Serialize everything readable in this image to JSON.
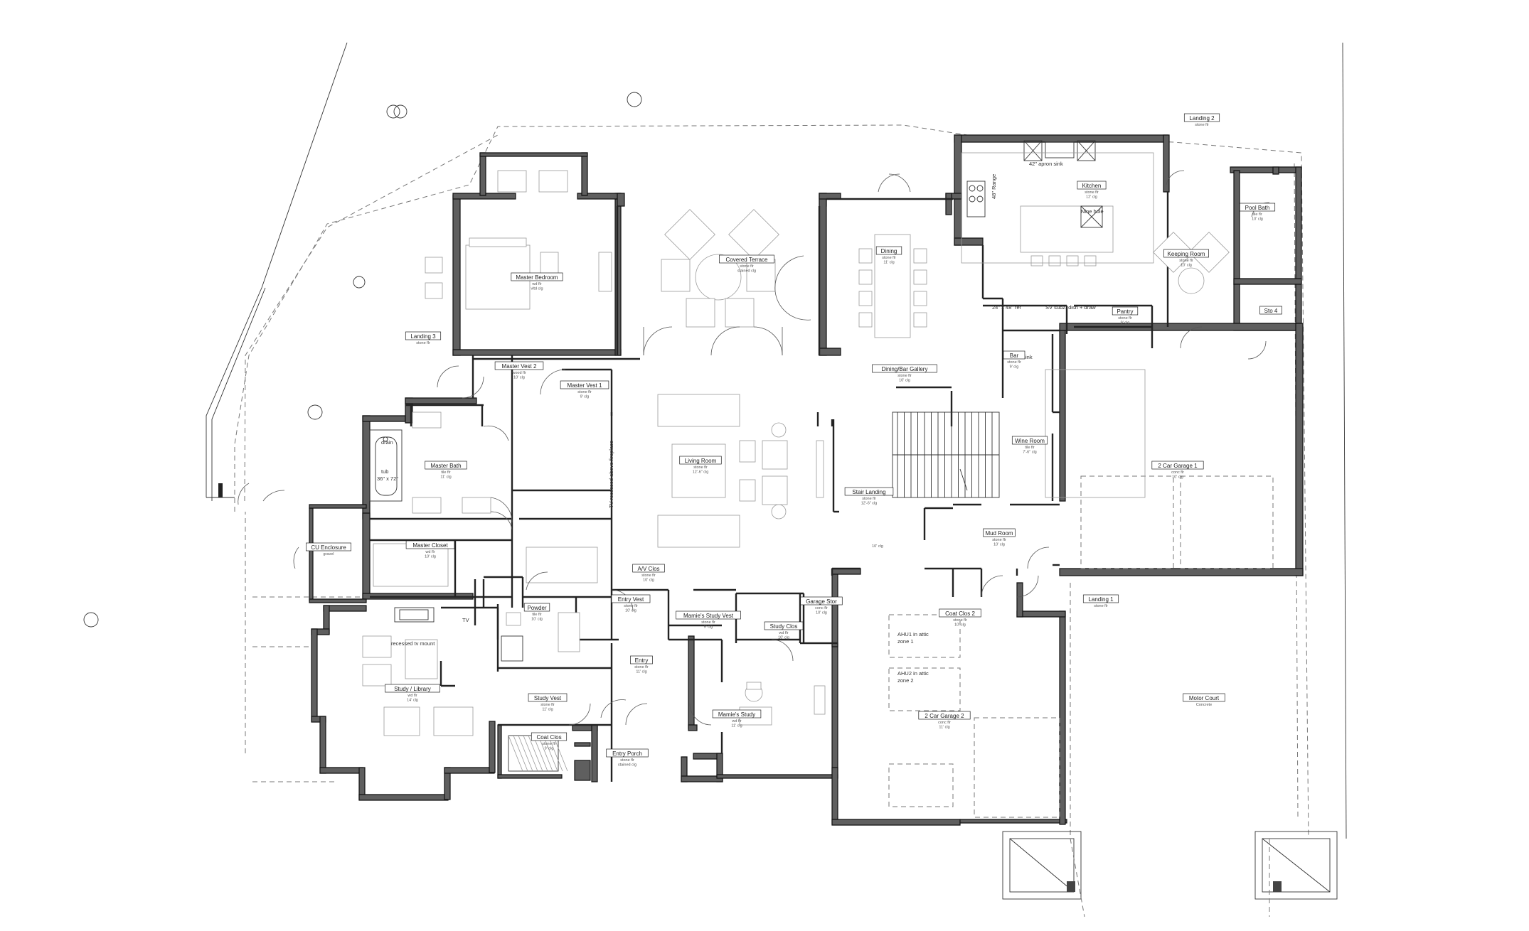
{
  "plan": {
    "rooms": [
      {
        "id": "master-bedroom",
        "name": "Master Bedroom",
        "sub": [
          "wd flr",
          "vltd clg"
        ]
      },
      {
        "id": "covered-terrace",
        "name": "Covered Terrace",
        "sub": [
          "stone flr",
          "stained clg"
        ]
      },
      {
        "id": "dining",
        "name": "Dining",
        "sub": [
          "stone flr",
          "11' clg"
        ]
      },
      {
        "id": "kitchen",
        "name": "Kitchen",
        "sub": [
          "stone flr",
          "12' clg"
        ]
      },
      {
        "id": "keeping-room",
        "name": "Keeping Room",
        "sub": [
          "stone flr",
          "10' clg"
        ]
      },
      {
        "id": "pool-bath",
        "name": "Pool Bath",
        "sub": [
          "tile flr",
          "10' clg"
        ]
      },
      {
        "id": "landing-2",
        "name": "Landing 2",
        "sub": [
          "stone flr"
        ]
      },
      {
        "id": "landing-3",
        "name": "Landing 3",
        "sub": [
          "stone flr"
        ]
      },
      {
        "id": "pantry",
        "name": "Pantry",
        "sub": [
          "stone flr",
          "9' clg"
        ]
      },
      {
        "id": "sto-4",
        "name": "Sto 4",
        "sub": []
      },
      {
        "id": "master-vest-2",
        "name": "Master Vest 2",
        "sub": [
          "wood flr",
          "10' clg"
        ]
      },
      {
        "id": "master-vest-1",
        "name": "Master Vest 1",
        "sub": [
          "stone flr",
          "9' clg"
        ]
      },
      {
        "id": "dining-bar-gallery",
        "name": "Dining/Bar Gallery",
        "sub": [
          "stone flr",
          "10' clg"
        ]
      },
      {
        "id": "bar",
        "name": "Bar",
        "sub": [
          "stone flr",
          "9' clg"
        ]
      },
      {
        "id": "living-room",
        "name": "Living Room",
        "sub": [
          "stone flr",
          "12'-6\" clg"
        ]
      },
      {
        "id": "master-bath",
        "name": "Master Bath",
        "sub": [
          "tile flr",
          "11' clg"
        ]
      },
      {
        "id": "wine-room",
        "name": "Wine Room",
        "sub": [
          "tile flr",
          "7'-6\" clg"
        ]
      },
      {
        "id": "2-car-garage-1",
        "name": "2 Car Garage 1",
        "sub": [
          "conc flr",
          "10' clg"
        ]
      },
      {
        "id": "stair-landing",
        "name": "Stair Landing",
        "sub": [
          "stone flr",
          "12'-6\" clg"
        ]
      },
      {
        "id": "mud-room",
        "name": "Mud Room",
        "sub": [
          "stone flr",
          "10' clg"
        ]
      },
      {
        "id": "cu-enclosure",
        "name": "CU Enclosure",
        "sub": [
          "gravel"
        ]
      },
      {
        "id": "master-closet",
        "name": "Master Closet",
        "sub": [
          "wd flr",
          "10' clg"
        ]
      },
      {
        "id": "av-clos",
        "name": "A/V Clos",
        "sub": [
          "stone flr",
          "10' clg"
        ]
      },
      {
        "id": "entry-vest",
        "name": "Entry Vest",
        "sub": [
          "stone flr",
          "10' clg"
        ]
      },
      {
        "id": "powder",
        "name": "Powder",
        "sub": [
          "tile flr",
          "10' clg"
        ]
      },
      {
        "id": "mamies-study-vest",
        "name": "Mamie's Study Vest",
        "sub": [
          "stone flr",
          "9' clg"
        ]
      },
      {
        "id": "garage-stor",
        "name": "Garage Stor",
        "sub": [
          "conc flr",
          "10' clg"
        ]
      },
      {
        "id": "study-clos",
        "name": "Study Clos",
        "sub": [
          "wd flr",
          "10' clg"
        ]
      },
      {
        "id": "coat-clos-2",
        "name": "Coat Clos 2",
        "sub": [
          "stone flr",
          "10' clg"
        ]
      },
      {
        "id": "landing-1",
        "name": "Landing 1",
        "sub": [
          "stone flr"
        ]
      },
      {
        "id": "study-library",
        "name": "Study / Library",
        "sub": [
          "wd flr",
          "14' clg"
        ]
      },
      {
        "id": "entry",
        "name": "Entry",
        "sub": [
          "stone flr",
          "11' clg"
        ]
      },
      {
        "id": "mamies-study",
        "name": "Mamie's Study",
        "sub": [
          "wd flr",
          "11' clg"
        ]
      },
      {
        "id": "study-vest",
        "name": "Study Vest",
        "sub": [
          "stone flr",
          "11' clg"
        ]
      },
      {
        "id": "2-car-garage-2",
        "name": "2 Car Garage 2",
        "sub": [
          "conc flr",
          "11' clg"
        ]
      },
      {
        "id": "motor-court",
        "name": "Motor Court",
        "sub": [
          "Concrete"
        ]
      },
      {
        "id": "coat-clos",
        "name": "Coat Clos",
        "sub": [
          "stone flr",
          "9' clg"
        ]
      },
      {
        "id": "entry-porch",
        "name": "Entry Porch",
        "sub": [
          "stone flr",
          "stained clg"
        ]
      }
    ],
    "notes": {
      "apron_sink": "42\" apron sink",
      "range": "48\" Range",
      "nine_hole": "Nine hole",
      "ref": "24\" x 48\" ref",
      "sv_subz": "SV subz. dish + draw",
      "bar_sink": "Sink",
      "drain": "drain",
      "tub": "tub",
      "tub_size": "36\" x 72\"",
      "tv_fireplace": "TV recessed above fireplace",
      "recessed_tv": "recessed tv mount",
      "tv": "TV",
      "ahu1": "AHU1 in attic",
      "zone1": "zone 1",
      "ahu2": "AHU2 in attic",
      "zone2": "zone 2",
      "gallery_clg": "10' clg"
    }
  }
}
